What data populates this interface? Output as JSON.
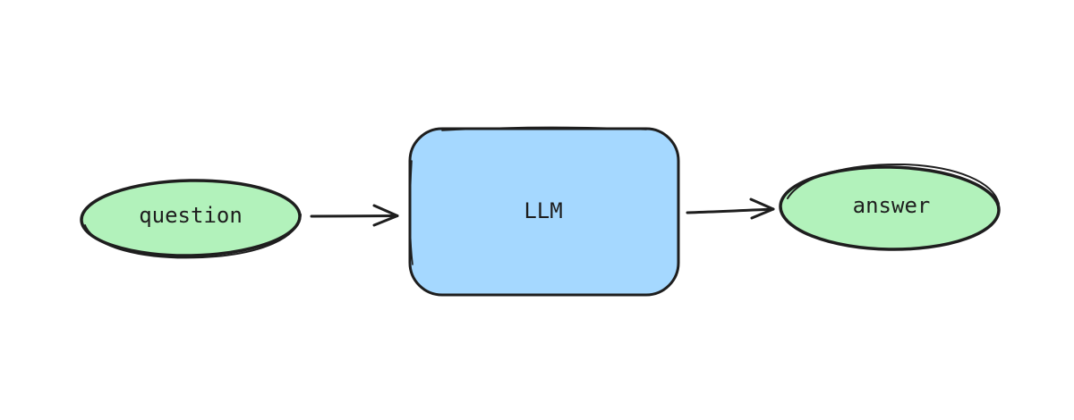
{
  "nodes": {
    "question": {
      "label": "question",
      "shape": "ellipse",
      "fill": "#b2f2bb"
    },
    "llm": {
      "label": "LLM",
      "shape": "rounded-rectangle",
      "fill": "#a5d8ff"
    },
    "answer": {
      "label": "answer",
      "shape": "ellipse",
      "fill": "#b2f2bb"
    }
  },
  "edges": [
    {
      "from": "question",
      "to": "llm",
      "style": "arrow"
    },
    {
      "from": "llm",
      "to": "answer",
      "style": "arrow"
    }
  ],
  "colors": {
    "stroke": "#1e1e1e",
    "background": "#ffffff"
  }
}
